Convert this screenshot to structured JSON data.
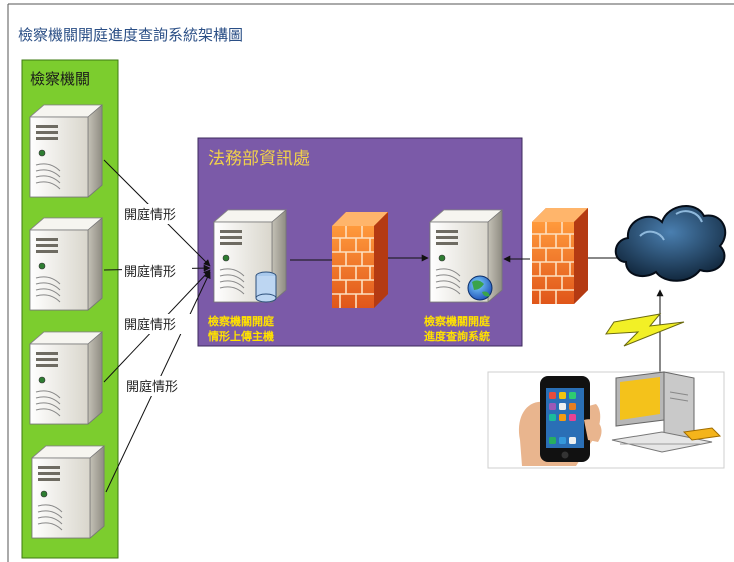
{
  "diagram": {
    "title": "檢察機關開庭進度查詢系統架構圖",
    "left_group": {
      "label": "檢察機關",
      "color": "#7ccd2e"
    },
    "center_group": {
      "label": "法務部資訊處",
      "color": "#7b5aa8"
    },
    "edge_labels": [
      "開庭情形",
      "開庭情形",
      "開庭情形",
      "開庭情形"
    ],
    "upload_server": {
      "line1": "檢察機關開庭",
      "line2": "情形上傳主機",
      "icon": "server-with-database-icon"
    },
    "query_server": {
      "line1": "檢察機關開庭",
      "line2": "進度查詢系統",
      "icon": "server-with-globe-icon"
    },
    "prosecutor_servers": [
      "server-icon",
      "server-icon",
      "server-icon",
      "server-icon"
    ],
    "firewall_icon": "firewall-icon",
    "cloud_icon": "internet-cloud-icon",
    "lightning_icon": "lightning-icon",
    "client_icons": [
      "smartphone-icon",
      "desktop-computer-icon"
    ],
    "text_color_title": "#2b4f86",
    "server_label_color": "#ffe100"
  }
}
